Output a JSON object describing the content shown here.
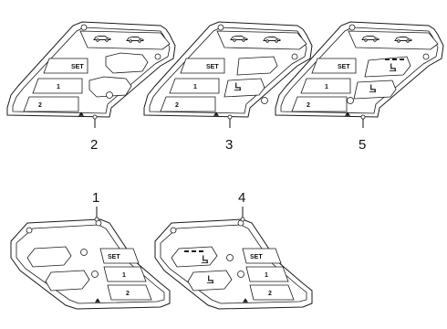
{
  "callouts": {
    "c2": "2",
    "c3": "3",
    "c5": "5",
    "c1": "1",
    "c4": "4"
  },
  "buttons": {
    "set": "SET",
    "one": "1",
    "two": "2"
  },
  "icons": {
    "car": "car-icon",
    "seat": "seat-icon",
    "warning": "warning-icon"
  }
}
